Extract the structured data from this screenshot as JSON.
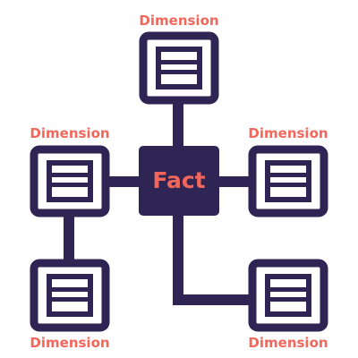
{
  "colors": {
    "navy": "#2e2555",
    "accent": "#f2675c",
    "box_fill": "#ffffff"
  },
  "fact": {
    "label": "Fact"
  },
  "dimensions": [
    {
      "id": "top",
      "label": "Dimension"
    },
    {
      "id": "left",
      "label": "Dimension"
    },
    {
      "id": "right",
      "label": "Dimension"
    },
    {
      "id": "bottom-left",
      "label": "Dimension"
    },
    {
      "id": "bottom-right",
      "label": "Dimension"
    }
  ],
  "icons": [
    "table-icon"
  ]
}
